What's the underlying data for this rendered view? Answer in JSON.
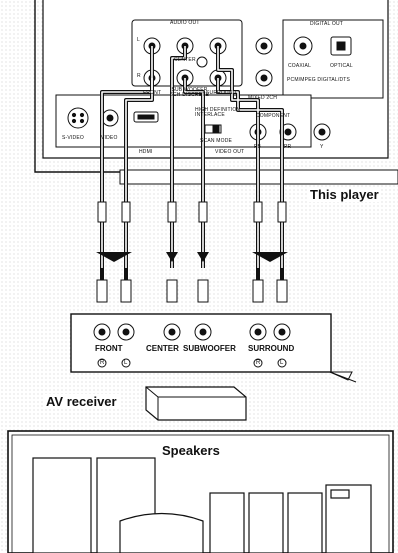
{
  "player": {
    "caption": "This player",
    "audio_out": {
      "title": "AUDIO OUT",
      "center_tag": "CENTER",
      "front": "FRONT",
      "subwoofer_discrete": "SUB WOOFER\n6CH DISCRETE",
      "surround": "SURROUND",
      "mixed": "MIXED 2CH",
      "mark_left": "L",
      "mark_right": "R"
    },
    "digital_out": {
      "title": "DIGITAL OUT",
      "coaxial": "COAXIAL",
      "optical": "OPTICAL",
      "formats": "PCM/MPEG  DIGITAL/DTS"
    },
    "video_out": {
      "title": "VIDEO OUT",
      "s_video": "S-VIDEO",
      "video": "VIDEO",
      "hdmi": "HDMI",
      "switch": "HIGH DEFINITION\nINTERLACE",
      "scan_mode": "SCAN MODE",
      "component": "COMPONENT",
      "pb": "PB",
      "pr": "PR",
      "y": "Y"
    }
  },
  "receiver": {
    "caption": "AV receiver",
    "front": "FRONT",
    "center": "CENTER",
    "subwoofer": "SUBWOOFER",
    "surround": "SURROUND",
    "mark_right": "R",
    "mark_left": "L"
  },
  "speakers": {
    "caption": "Speakers"
  }
}
